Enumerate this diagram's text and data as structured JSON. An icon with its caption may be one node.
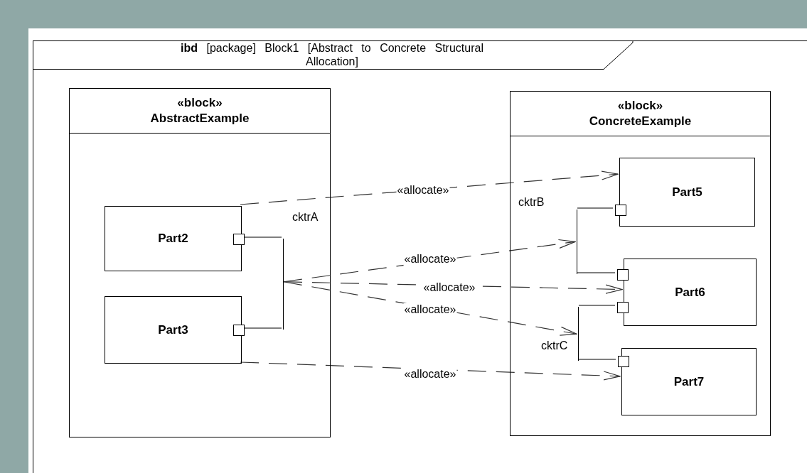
{
  "diagram": {
    "nodes": [
      {
        "text": [
          "**ibd** [package] Block1 [Abstract to Concrete Structural Allocation]"
        ]
      },
      {
        "text": [
          "«block»",
          "AbstractExample"
        ],
        "in": 0
      },
      {
        "text": [
          "Part2"
        ],
        "in": 1
      },
      {
        "text": [
          "Part3"
        ],
        "in": 1
      },
      {
        "text": [
          "«block»",
          "ConcreteExample"
        ],
        "in": 0
      },
      {
        "text": [
          "Part5"
        ],
        "in": 4
      },
      {
        "text": [
          "Part6"
        ],
        "in": 4
      },
      {
        "text": [
          "Part7"
        ],
        "in": 4
      },
      {
        "text": [],
        "shape": "box",
        "in": 2
      },
      {
        "text": [],
        "shape": "box",
        "in": 3
      },
      {
        "text": [],
        "shape": "box",
        "in": 5
      },
      {
        "text": [],
        "shape": "box",
        "in": 6
      },
      {
        "text": [],
        "shape": "box",
        "in": 6
      },
      {
        "text": [],
        "shape": "box",
        "in": 7
      },
      {
        "text": [],
        "shape": "line",
        "in": 1
      },
      {
        "text": [],
        "shape": "line",
        "in": 4
      },
      {
        "text": [],
        "shape": "line",
        "in": 4
      }
    ],
    "edges": [
      {
        "from": 8,
        "to": 14,
        "arrow": "none",
        "label": "cktrA"
      },
      {
        "from": 14,
        "to": 9,
        "arrow": "none"
      },
      {
        "from": 10,
        "to": 15,
        "arrow": "none",
        "label": "cktrB"
      },
      {
        "from": 15,
        "to": 11,
        "arrow": "none"
      },
      {
        "from": 12,
        "to": 16,
        "arrow": "none"
      },
      {
        "from": 16,
        "to": 13,
        "arrow": "none",
        "label": "cktrC"
      },
      {
        "from": 2,
        "to": 5,
        "arrow": "to",
        "label": "«allocate»",
        "style": "dashed"
      },
      {
        "from": 14,
        "to": 15,
        "arrow": "to",
        "label": "«allocate»",
        "style": "dashed"
      },
      {
        "from": 14,
        "to": 6,
        "arrow": "to",
        "label": "«allocate»",
        "style": "dashed"
      },
      {
        "from": 14,
        "to": 16,
        "arrow": "to",
        "label": "«allocate»",
        "style": "dashed"
      },
      {
        "from": 3,
        "to": 7,
        "arrow": "to",
        "label": "«allocate»",
        "style": "dashed"
      }
    ]
  }
}
